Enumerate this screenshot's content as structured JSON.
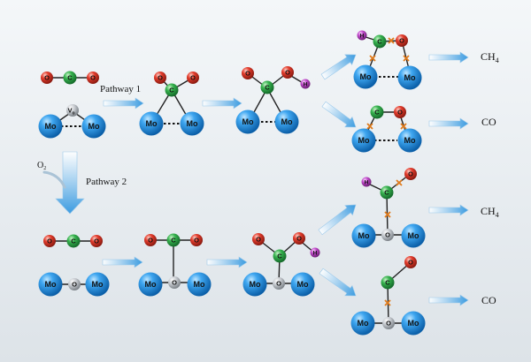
{
  "labels": {
    "pathway1": "Pathway 1",
    "pathway2": "Pathway 2",
    "o2": "O",
    "o2_sub": "2"
  },
  "atoms": {
    "carbon": "C",
    "oxygen": "O",
    "hydrogen": "H",
    "molybdenum": "Mo",
    "vacancy": "V",
    "vacancy_sub": "o"
  },
  "products": {
    "ch4": "CH",
    "ch4_sub": "4",
    "co": "CO"
  },
  "colors": {
    "carbon": "#2aa84a",
    "oxygen": "#e23a2a",
    "hydrogen": "#c04cc8",
    "molybdenum": "#1f8ee0",
    "bridge_oxygen": "#bfc3c8",
    "arrow": "#4aa6e6",
    "cleave_mark": "#e07a1a"
  }
}
